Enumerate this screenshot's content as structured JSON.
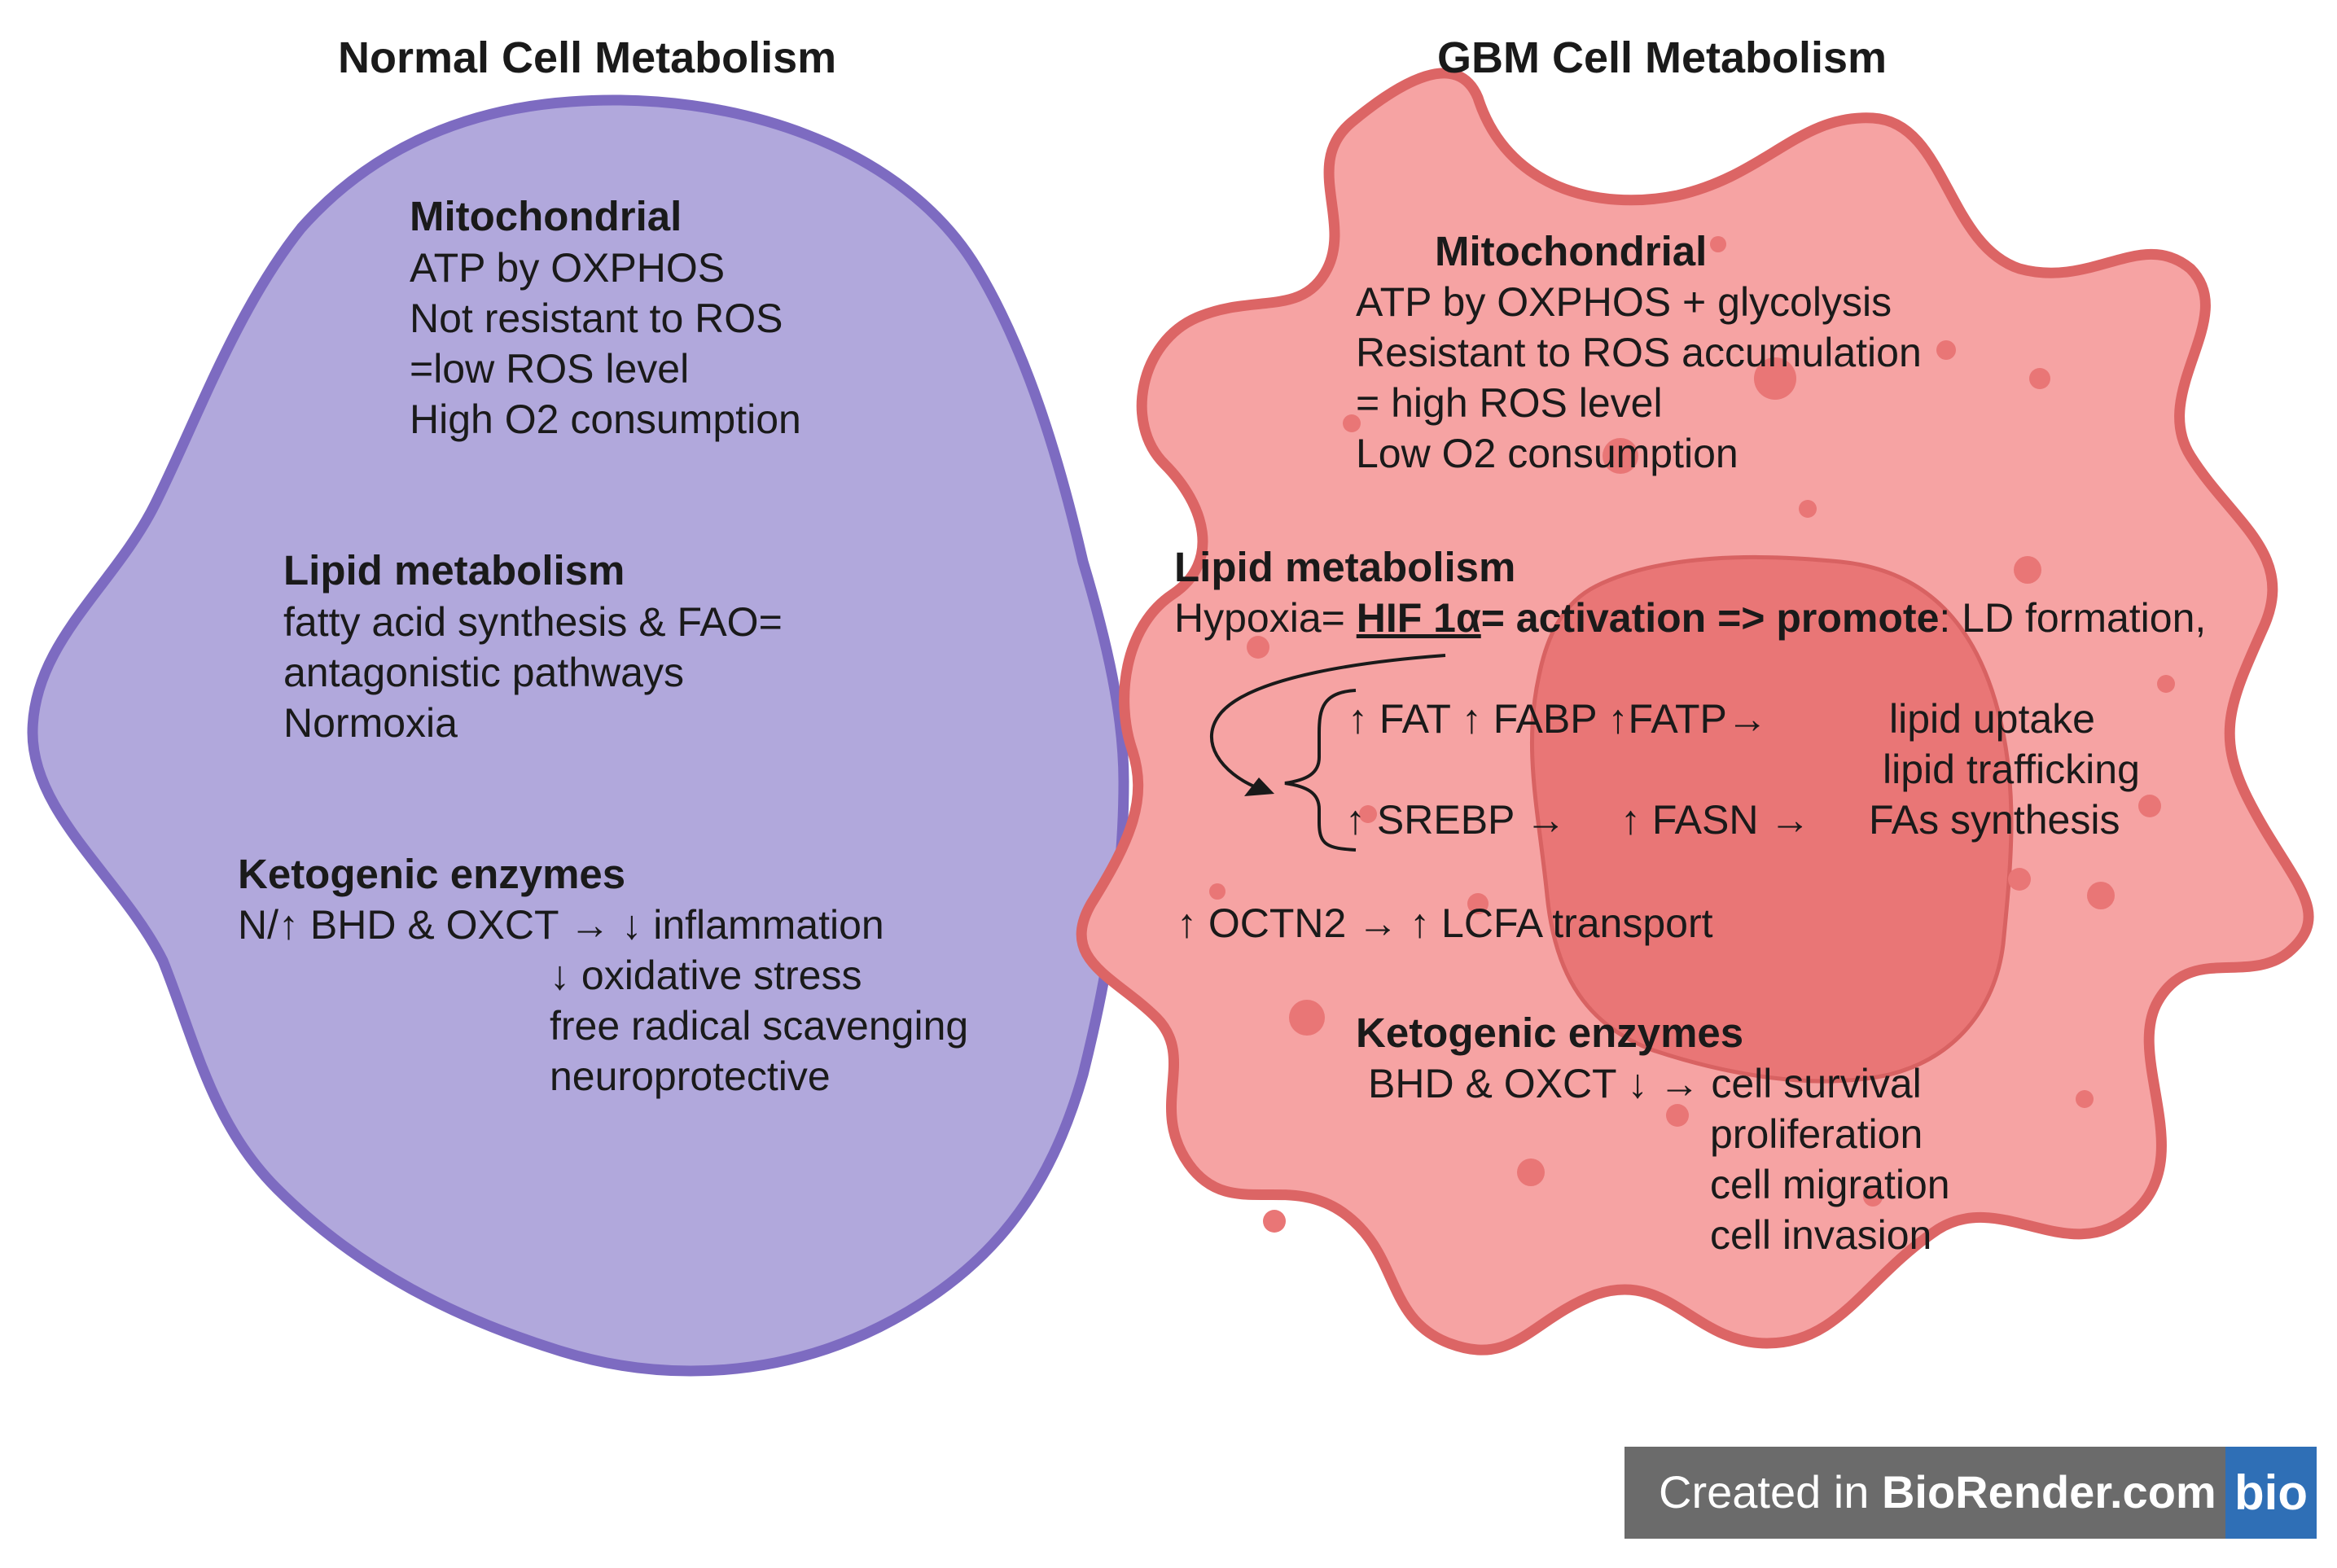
{
  "colors": {
    "normal_fill": "#b1a8dc",
    "normal_stroke": "#7d6bc1",
    "gbm_fill": "#f6a3a3",
    "gbm_stroke": "#dc6565",
    "nucleus_fill": "#e97676",
    "badge_bg": "#6b6b6b",
    "badge_logo": "#2f6fb6"
  },
  "normal": {
    "title": "Normal Cell Metabolism",
    "mito": {
      "heading": "Mitochondrial",
      "lines": [
        "ATP by OXPHOS",
        "Not resistant to ROS",
        "=low ROS level",
        "High O2 consumption"
      ]
    },
    "lipid": {
      "heading": "Lipid metabolism",
      "lines": [
        "fatty acid synthesis & FAO=",
        "antagonistic pathways",
        "Normoxia"
      ]
    },
    "keto": {
      "heading": "Ketogenic enzymes",
      "line1": "N/↑ BHD & OXCT → ↓ inflammation",
      "effects": [
        "↓ oxidative stress",
        "free radical scavenging",
        "neuroprotective"
      ]
    }
  },
  "gbm": {
    "title": "GBM Cell Metabolism",
    "mito": {
      "heading": "Mitochondrial",
      "lines": [
        "ATP by OXPHOS + glycolysis",
        "Resistant to ROS accumulation",
        "= high ROS level",
        "Low O2 consumption"
      ]
    },
    "lipid": {
      "heading": "Lipid metabolism",
      "hypoxia_prefix": "Hypoxia= ",
      "hif": "HIF 1α",
      "activation": "= activation => promote",
      "hypoxia_suffix": ": LD formation,",
      "row1": "↑ FAT  ↑ FABP ↑FATP→",
      "row1_out1": "lipid uptake",
      "row1_out2": "lipid trafficking",
      "row2a": "↑ SREBP →",
      "row2b": "↑ FASN →",
      "row2_out": "FAs synthesis",
      "octn": "↑ OCTN2 → ↑ LCFA transport"
    },
    "keto": {
      "heading": "Ketogenic enzymes",
      "line1": "BHD & OXCT ↓ → cell survival",
      "effects": [
        "proliferation",
        "cell migration",
        "cell invasion"
      ]
    }
  },
  "badge": {
    "prefix": "Created in ",
    "brand": "BioRender.com",
    "logo": "bio"
  }
}
